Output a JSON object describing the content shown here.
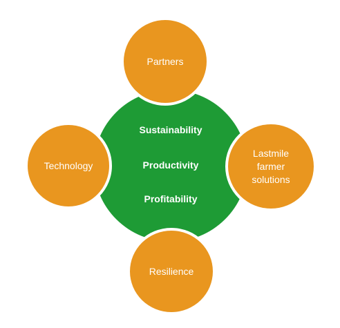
{
  "center": {
    "lines": [
      "Sustainability",
      "Productivity",
      "Profitability"
    ]
  },
  "satellites": {
    "top": "Partners",
    "left": "Technology",
    "right": "Lastmile\nfarmer\nsolutions",
    "bottom": "Resilience"
  },
  "colors": {
    "center_fill": "#1e9b35",
    "satellite_fill": "#e9961f",
    "text": "#ffffff",
    "outline": "#ffffff"
  }
}
